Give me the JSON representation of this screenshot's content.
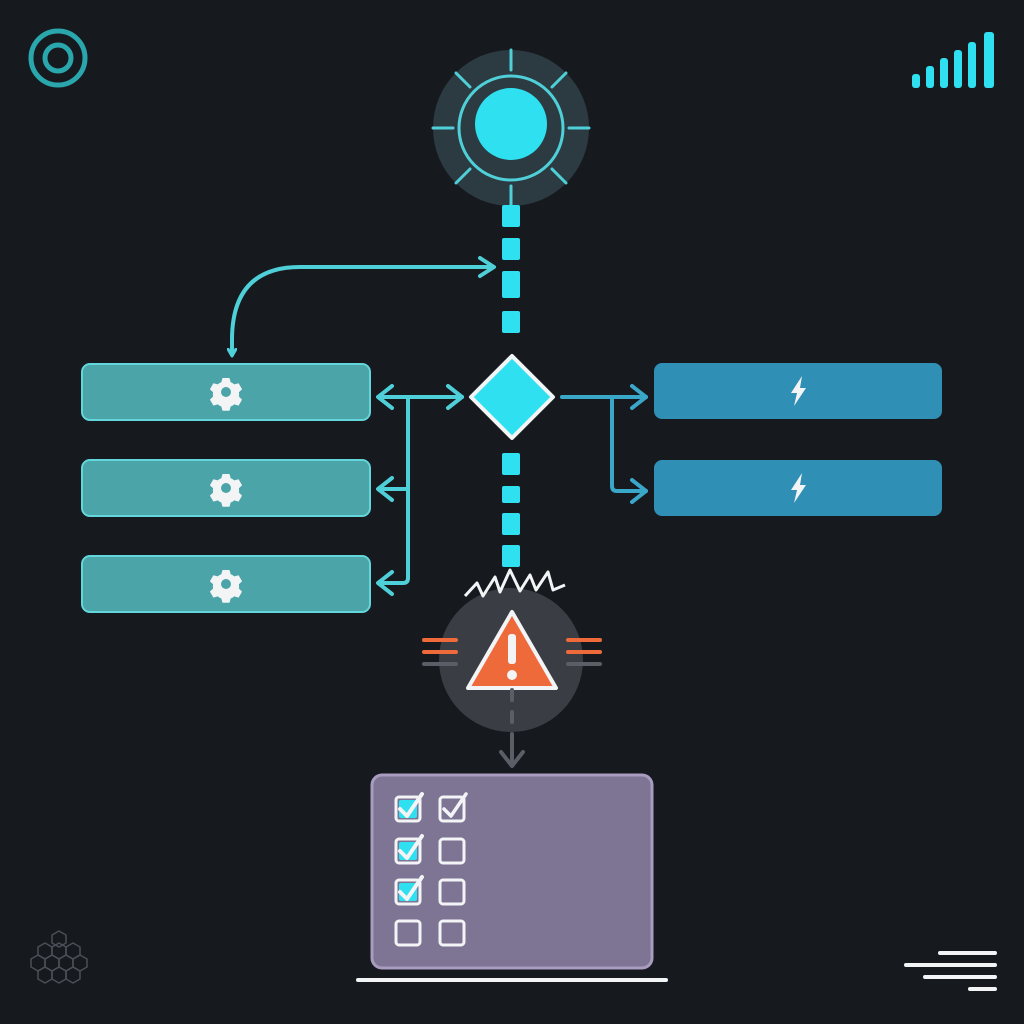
{
  "colors": {
    "background": "#16191e",
    "cyan": "#2ee0f0",
    "teal_connector": "#4fd0d8",
    "blue_connector": "#3aa7c9",
    "worker_fill": "#4aa4a8",
    "worker_stroke": "#62d6da",
    "handler_fill": "#2f8fb5",
    "warning_orange": "#ef6a3a",
    "hub_glow": "#2c3b42",
    "checklist_fill": "#7e7595",
    "checklist_stroke": "#a89cc0",
    "check_cyan": "#2ee0f0",
    "muted_gray": "#5a5e66",
    "white": "#f2f4f6"
  },
  "icons": {
    "corner_top_left": "target-ring-icon",
    "corner_top_right": "signal-bars-icon",
    "corner_bottom_left": "hexagon-grid-icon",
    "corner_bottom_right": "text-lines-icon",
    "hub": "sun-hub-icon",
    "decision": "diamond-icon",
    "worker": "gear-icon",
    "handler": "lightning-icon",
    "alert": "warning-triangle-icon",
    "task_done": "checked-box-icon",
    "task_open": "empty-box-icon"
  },
  "workers": [
    {
      "icon": "gear-icon"
    },
    {
      "icon": "gear-icon"
    },
    {
      "icon": "gear-icon"
    }
  ],
  "handlers": [
    {
      "icon": "lightning-icon"
    },
    {
      "icon": "lightning-icon"
    }
  ],
  "checklist": {
    "rows": [
      {
        "first": "checked-cyan",
        "second": "checked-outline"
      },
      {
        "first": "checked-cyan",
        "second": "empty"
      },
      {
        "first": "checked-cyan",
        "second": "empty"
      },
      {
        "first": "empty",
        "second": "empty"
      }
    ]
  }
}
